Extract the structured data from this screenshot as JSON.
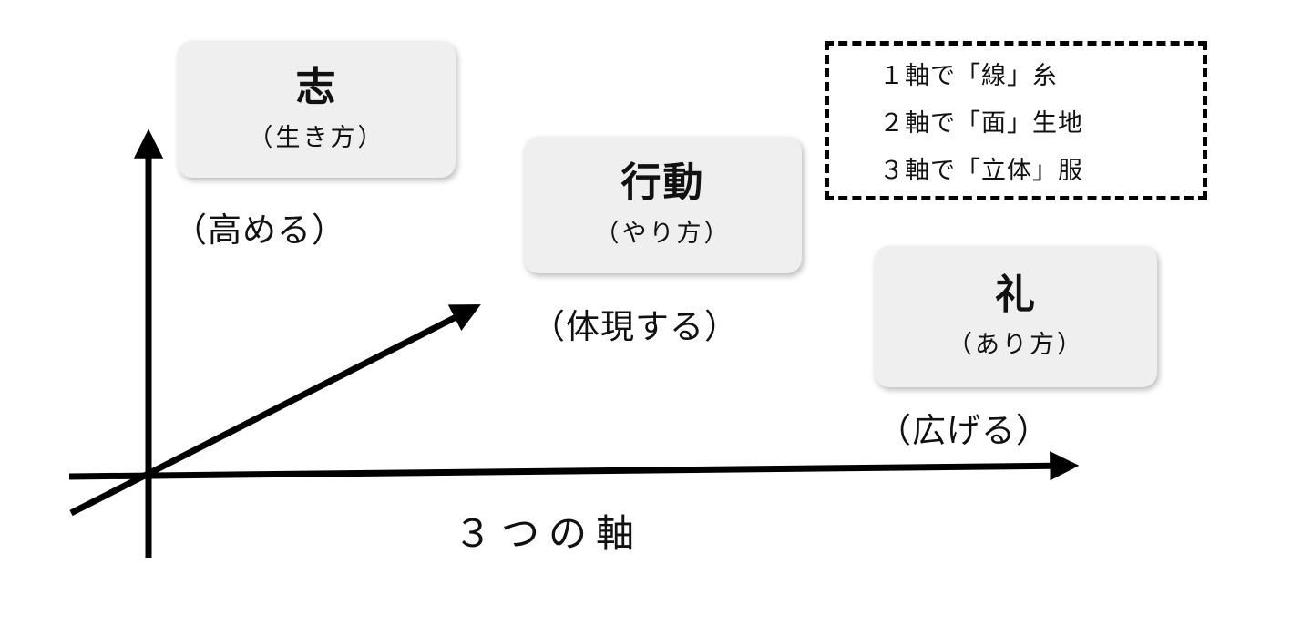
{
  "diagram": {
    "y_axis": {
      "title": "志",
      "subtitle": "（生き方）",
      "action": "（高める）"
    },
    "z_axis": {
      "title": "行動",
      "subtitle": "（やり方）",
      "action": "（体現する）"
    },
    "x_axis": {
      "title": "礼",
      "subtitle": "（あり方）",
      "action": "（広げる）"
    },
    "caption": "３つの軸",
    "legend": {
      "lines": [
        "１軸で「線」糸",
        "２軸で「面」生地",
        "３軸で「立体」服"
      ]
    },
    "colors": {
      "box_bg": "#efefef",
      "line": "#000000",
      "background": "#ffffff"
    }
  }
}
